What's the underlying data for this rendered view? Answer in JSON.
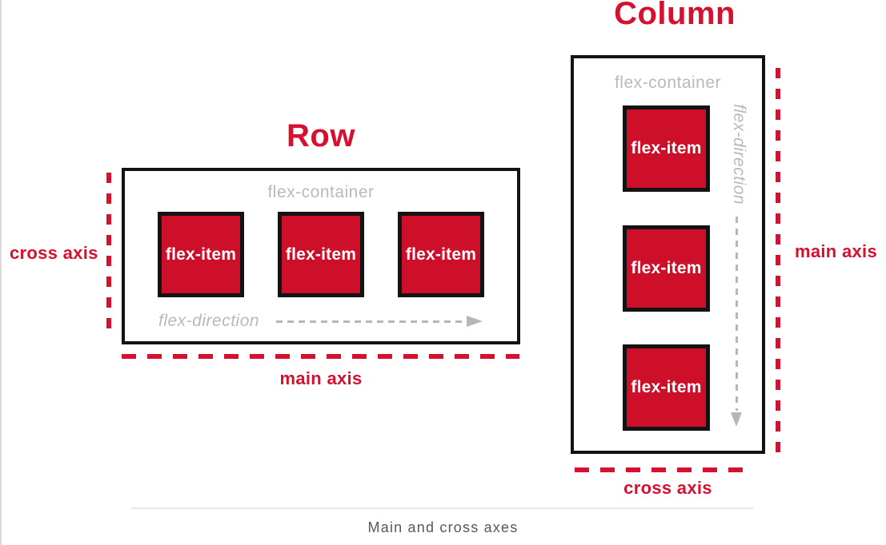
{
  "row_diagram": {
    "title": "Row",
    "container_label": "flex-container",
    "items": [
      "flex-item",
      "flex-item",
      "flex-item"
    ],
    "direction_label": "flex-direction",
    "cross_axis_label": "cross axis",
    "main_axis_label": "main axis"
  },
  "column_diagram": {
    "title": "Column",
    "container_label": "flex-container",
    "items": [
      "flex-item",
      "flex-item",
      "flex-item"
    ],
    "direction_label": "flex-direction",
    "main_axis_label": "main axis",
    "cross_axis_label": "cross axis"
  },
  "figure": {
    "caption": "Main and cross axes"
  },
  "colors": {
    "accent_red": "#d6102e",
    "item_red": "#cd0f2a",
    "border_black": "#131313",
    "gray_label": "#b9b9b9",
    "gray_dash": "#b6b6b6",
    "caption_gray": "#54595f",
    "divider_gray": "#e7e7e7"
  }
}
